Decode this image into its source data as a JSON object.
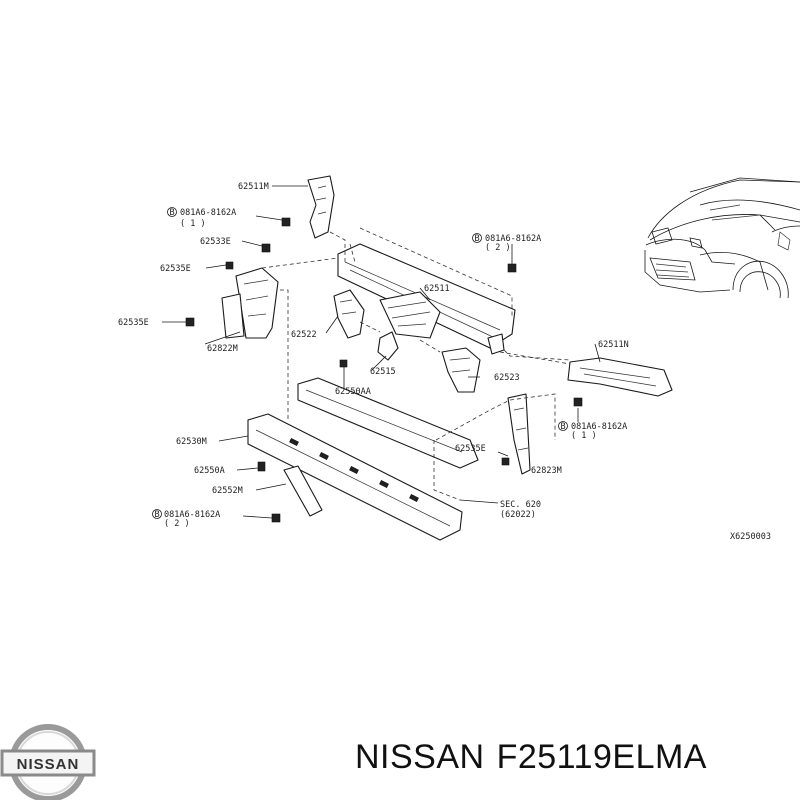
{
  "callouts": {
    "c_62511M": "62511M",
    "c_bolt1": "081A6-8162A",
    "c_bolt1_qty": "( 1 )",
    "c_62533E": "62533E",
    "c_62535E_a": "62535E",
    "c_62535E_b": "62535E",
    "c_62822M": "62822M",
    "c_bolt2": "081A6-8162A",
    "c_bolt2_qty": "( 2 )",
    "c_62511": "62511",
    "c_62522": "62522",
    "c_62515": "62515",
    "c_62550AA": "62550AA",
    "c_62523": "62523",
    "c_62511N": "62511N",
    "c_bolt3": "081A6-8162A",
    "c_bolt3_qty": "( 1 )",
    "c_62530M": "62530M",
    "c_62535E_c": "62535E",
    "c_62550A": "62550A",
    "c_62823M": "62823M",
    "c_62552M": "62552M",
    "c_sec": "SEC. 620",
    "c_sec_ref": "(62022)",
    "c_bolt4": "081A6-8162A",
    "c_bolt4_qty": "( 2 )",
    "c_drawing_id": "X6250003"
  },
  "bolt_marker": "B",
  "logo": {
    "text": "NISSAN"
  },
  "caption": {
    "brand": "NISSAN",
    "part_number": "F25119ELMA"
  }
}
